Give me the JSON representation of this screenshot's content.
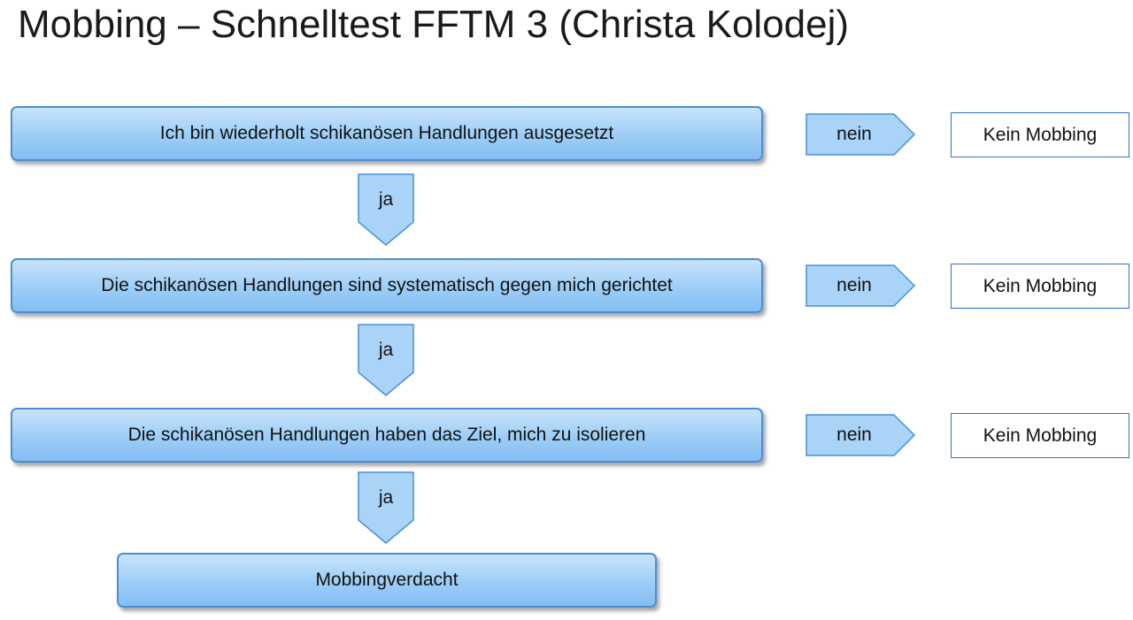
{
  "title": "Mobbing – Schnelltest FFTM 3 (Christa Kolodej)",
  "steps": [
    {
      "label": "Ich bin wiederholt schikanösen Handlungen ausgesetzt"
    },
    {
      "label": "Die schikanösen Handlungen sind systematisch gegen mich gerichtet"
    },
    {
      "label": "Die schikanösen Handlungen haben das Ziel, mich zu isolieren"
    }
  ],
  "no_label": "nein",
  "yes_label": "ja",
  "no_result": "Kein Mobbing",
  "final": {
    "label": "Mobbingverdacht"
  },
  "colors": {
    "box_border": "#4a8fd6",
    "box_fill_top": "#c9e4fb",
    "box_fill_bottom": "#84bef2",
    "result_border": "#2f6fd1"
  }
}
